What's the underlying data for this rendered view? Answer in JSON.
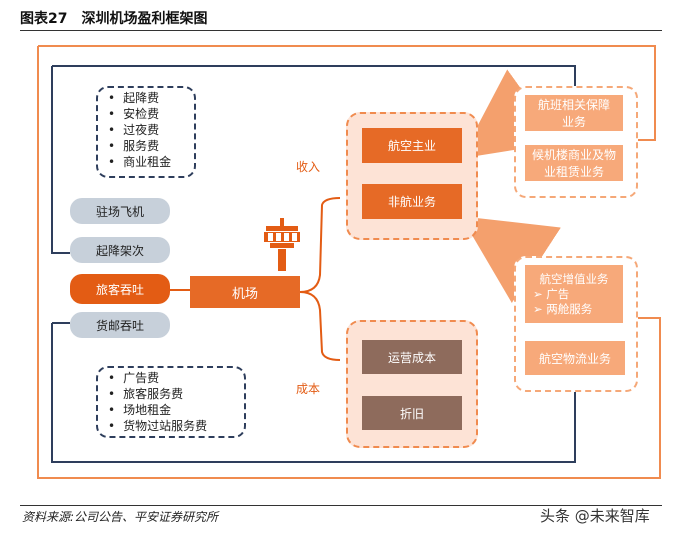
{
  "header": {
    "title": "图表27　深圳机场盈利框架图"
  },
  "footer": {
    "source": "资料来源:公司公告、平安证券研究所",
    "watermark": "头条 @未来智库"
  },
  "colors": {
    "accent": "#e35c14",
    "navy": "#2e3e5c",
    "grey": "#c7d0da",
    "salmon": "#f7a97a",
    "brown": "#8e6b5c"
  },
  "left": {
    "fees_top": [
      "起降费",
      "安检费",
      "过夜费",
      "服务费",
      "商业租金"
    ],
    "pills": [
      "驻场飞机",
      "起降架次",
      "旅客吞吐",
      "货邮吞吐"
    ],
    "fees_bottom": [
      "广告费",
      "旅客服务费",
      "场地租金",
      "货物过站服务费"
    ]
  },
  "center": {
    "airport": "机场",
    "airport_icon": "control-tower-icon"
  },
  "revenue": {
    "label": "收入",
    "items": [
      "航空主业",
      "非航业务"
    ]
  },
  "cost": {
    "label": "成本",
    "items": [
      "运营成本",
      "折旧"
    ]
  },
  "right_top": {
    "items": [
      "航班相关保障业务",
      "候机楼商业及物业租赁业务"
    ]
  },
  "right_bottom": {
    "service": {
      "title": "航空增值业务",
      "subs": [
        "广告",
        "两舱服务"
      ]
    },
    "logistics": "航空物流业务"
  }
}
